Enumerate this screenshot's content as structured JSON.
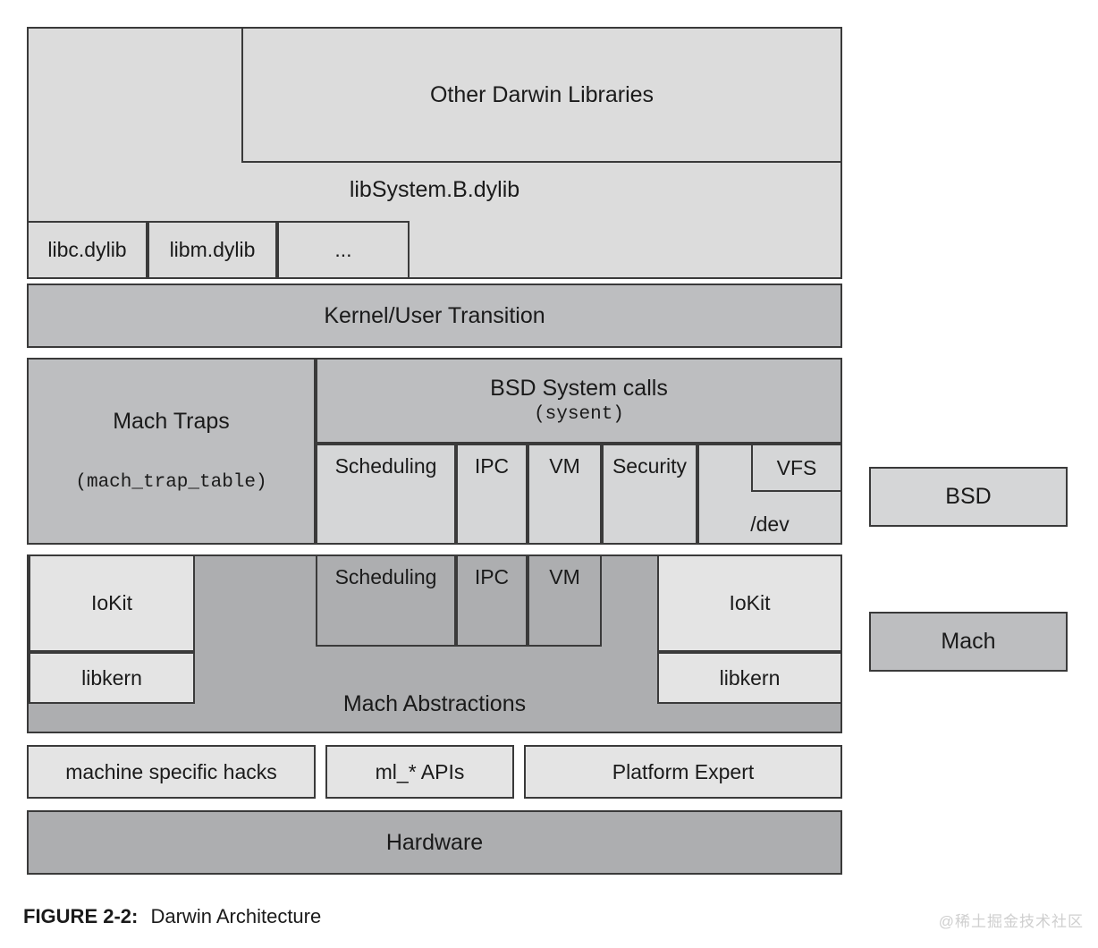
{
  "figure": {
    "number_label": "FIGURE 2-2:",
    "title": "Darwin Architecture"
  },
  "watermark": "@稀土掘金技术社区",
  "colors": {
    "light": "#dcdcdc",
    "lighter": "#e4e4e4",
    "bsd": "#d5d6d7",
    "mach": "#bdbec0",
    "mach_dark": "#adaeb0",
    "stroke": "#3a3a3a",
    "text": "#1a1a1a"
  },
  "userland": {
    "other_libraries": "Other Darwin Libraries",
    "libsystem": "libSystem.B.dylib",
    "libs": [
      {
        "label": "libc.dylib"
      },
      {
        "label": "libm.dylib"
      },
      {
        "label": "..."
      }
    ],
    "transition": "Kernel/User Transition"
  },
  "syscall_layer": {
    "mach_traps": {
      "title": "Mach Traps",
      "subtitle": "(mach_trap_table)"
    },
    "bsd_syscalls": {
      "title": "BSD System calls",
      "subtitle": "(sysent)"
    },
    "subsystems": [
      {
        "label": "Scheduling"
      },
      {
        "label": "IPC"
      },
      {
        "label": "VM"
      },
      {
        "label": "Security"
      }
    ],
    "dev": "/dev",
    "vfs": "VFS"
  },
  "mach_layer": {
    "iokit_left": "IoKit",
    "libkern_left": "libkern",
    "iokit_right": "IoKit",
    "libkern_right": "libkern",
    "abstractions": "Mach Abstractions",
    "subsystems": [
      {
        "label": "Scheduling"
      },
      {
        "label": "IPC"
      },
      {
        "label": "VM"
      }
    ]
  },
  "platform_layer": {
    "items": [
      {
        "label": "machine specific hacks"
      },
      {
        "label": "ml_* APIs"
      },
      {
        "label": "Platform Expert"
      }
    ],
    "hardware": "Hardware"
  },
  "legend": [
    {
      "label": "BSD",
      "tone": "bsd"
    },
    {
      "label": "Mach",
      "tone": "mach"
    }
  ]
}
